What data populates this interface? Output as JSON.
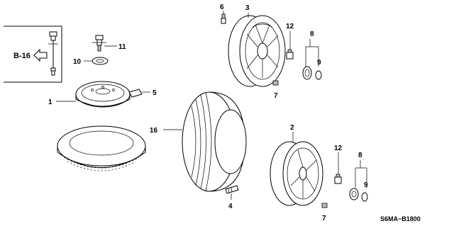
{
  "callouts": {
    "c1": "1",
    "c2": "2",
    "c3": "3",
    "c4": "4",
    "c5": "5",
    "c6": "6",
    "c7a": "7",
    "c7b": "7",
    "c8a": "8",
    "c8b": "8",
    "c9a": "9",
    "c9b": "9",
    "c10": "10",
    "c11": "11",
    "c12a": "12",
    "c12b": "12",
    "c16": "16"
  },
  "reference": "B-16",
  "diagram_code": "S6MA−B1800"
}
